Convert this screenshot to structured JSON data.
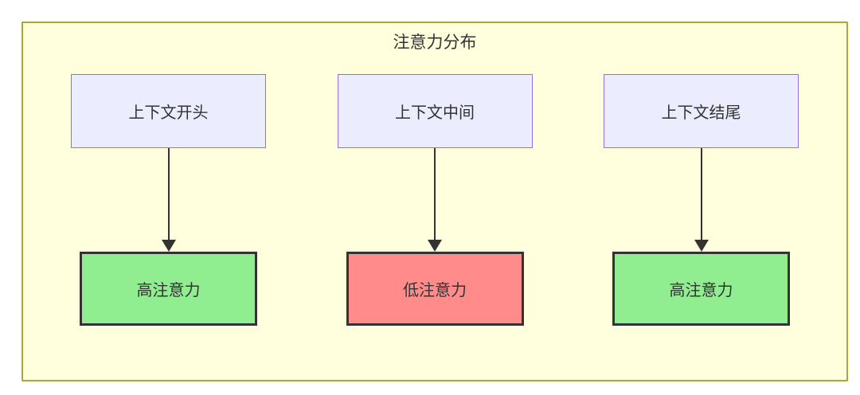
{
  "diagram": {
    "title": "注意力分布",
    "columns": [
      {
        "source": "上下文开头",
        "target": "高注意力",
        "target_type": "high"
      },
      {
        "source": "上下文中间",
        "target": "低注意力",
        "target_type": "low"
      },
      {
        "source": "上下文结尾",
        "target": "高注意力",
        "target_type": "high"
      }
    ],
    "colors": {
      "container_bg": "#ffffde",
      "container_border": "#aaaa33",
      "source_bg": "#ececff",
      "source_border": "#9370db",
      "high_bg": "#90ee90",
      "low_bg": "#ff8b8b",
      "node_border_dark": "#333333",
      "arrow": "#333333",
      "text": "#333333"
    }
  }
}
